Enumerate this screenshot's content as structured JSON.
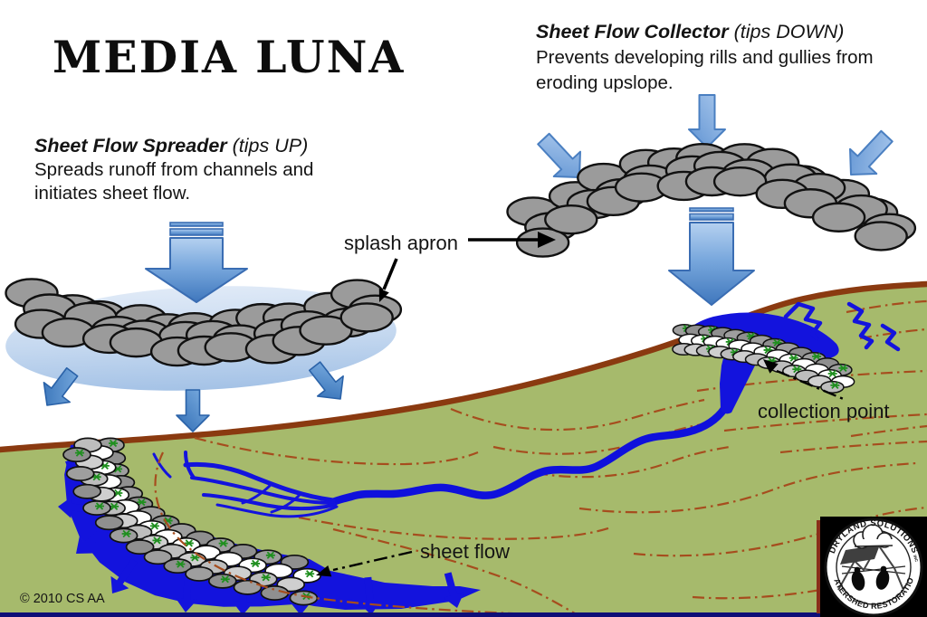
{
  "title": "MEDIA LUNA",
  "spreader": {
    "heading": "Sheet Flow Spreader",
    "heading_suffix": " (tips UP)",
    "body": [
      "Spreads runoff from channels and",
      "initiates sheet flow."
    ]
  },
  "collector": {
    "heading": "Sheet Flow Collector",
    "heading_suffix": " (tips DOWN)",
    "body": [
      "Prevents developing rills and gullies from",
      "eroding upslope."
    ]
  },
  "labels": {
    "splash_apron": "splash apron",
    "collection_point": "collection point",
    "sheet_flow": "sheet flow"
  },
  "copyright": "© 2010 CS AA",
  "logo": {
    "arc_top": "DRYLAND SOLUTIONS",
    "arc_top_suffix": "INC",
    "arc_bottom": "WATERSHED RESTORATION"
  },
  "colors": {
    "sky_white": "#ffffff",
    "hill_green": "#a6ba6c",
    "ridge_brown": "#8a3a10",
    "contour_brown": "#a64d1e",
    "water_blue": "#1313dd",
    "stream_blue": "#0f10dc",
    "rock_gray": "#9b9b9b",
    "rock_outline": "#111111",
    "star_green": "#1f8f1f",
    "arrow_border": "#3a6db3",
    "apron_blue": "#c3d7ef",
    "navy_strip": "#0e0e78",
    "logo_green": "#1d7a33",
    "logo_black": "#000000",
    "text_black": "#141414"
  }
}
